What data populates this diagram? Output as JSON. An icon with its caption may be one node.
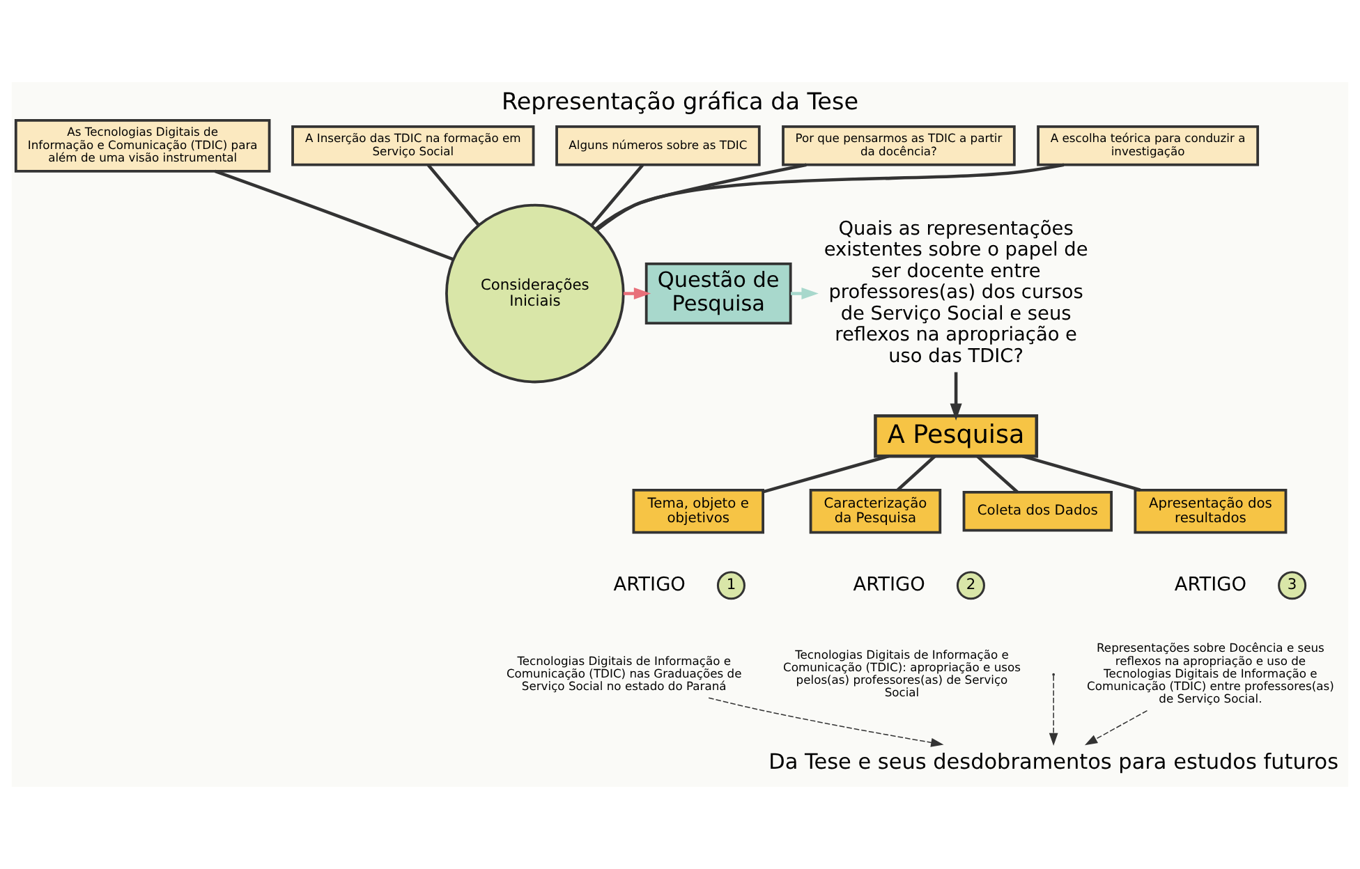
{
  "diagram": {
    "title": "Representação gráfica da Tese",
    "nodes": [
      {
        "text": [
          "Considerações Iniciais"
        ]
      },
      {
        "text": [
          "As Tecnologias Digitais de Informação e Comunicação (TDIC) para além de uma visão instrumental"
        ]
      },
      {
        "text": [
          "A Inserção das TDIC na formação em Serviço Social"
        ]
      },
      {
        "text": [
          "Alguns números sobre as TDIC"
        ]
      },
      {
        "text": [
          "Por que pensarmos as TDIC a partir da docência?"
        ]
      },
      {
        "text": [
          "A escolha teórica para conduzir a investigação"
        ]
      },
      {
        "text": [
          "Questão de Pesquisa"
        ]
      },
      {
        "text": [
          "Quais as representações existentes sobre o papel de ser docente entre professores(as) dos cursos de Serviço Social e seus reflexos na apropriação e uso das TDIC?"
        ]
      },
      {
        "text": [
          "A Pesquisa"
        ]
      },
      {
        "text": [
          "Tema, objeto e objetivos"
        ]
      },
      {
        "text": [
          "Caracterização da Pesquisa"
        ]
      },
      {
        "text": [
          "Coleta dos Dados"
        ]
      },
      {
        "text": [
          "Apresentação dos resultados"
        ]
      },
      {
        "text": [
          "Tecnologias Digitais de Informação e Comunicação (TDIC) nas Graduações de Serviço Social no estado do Paraná"
        ]
      },
      {
        "text": [
          "Tecnologias Digitais de Informação e Comunicação (TDIC): apropriação e usos pelos(as) professores(as) de Serviço Social"
        ]
      },
      {
        "text": [
          "Representações sobre Docência e seus reflexos na apropriação e uso de Tecnologias Digitais de Informação e Comunicação (TDIC) entre professores(as) de Serviço Social."
        ]
      },
      {
        "text": [
          "Da Tese e seus desdobramentos para estudos futuros"
        ]
      }
    ],
    "edges": [
      {
        "from": 1,
        "to": 0,
        "arrow": "none"
      },
      {
        "from": 2,
        "to": 0,
        "arrow": "none"
      },
      {
        "from": 3,
        "to": 0,
        "arrow": "none"
      },
      {
        "from": 4,
        "to": 0,
        "arrow": "none"
      },
      {
        "from": 5,
        "to": 0,
        "arrow": "none"
      },
      {
        "from": 0,
        "to": 6,
        "arrow": "to",
        "color": "#e8707a"
      },
      {
        "from": 6,
        "to": 7,
        "arrow": "to",
        "color": "#a8d8cc"
      },
      {
        "from": 7,
        "to": 8,
        "arrow": "to"
      },
      {
        "from": 8,
        "to": 9,
        "arrow": "none"
      },
      {
        "from": 8,
        "to": 10,
        "arrow": "none"
      },
      {
        "from": 8,
        "to": 11,
        "arrow": "none"
      },
      {
        "from": 8,
        "to": 12,
        "arrow": "none"
      },
      {
        "from": 13,
        "to": 16,
        "arrow": "to",
        "style": "dashed"
      },
      {
        "from": null,
        "to": 16,
        "arrow": "to",
        "style": "dashed"
      },
      {
        "from": 15,
        "to": 16,
        "arrow": "to",
        "style": "dashed"
      }
    ],
    "labels": [
      "ARTIGO",
      "1",
      "ARTIGO",
      "2",
      "ARTIGO",
      "3"
    ]
  }
}
